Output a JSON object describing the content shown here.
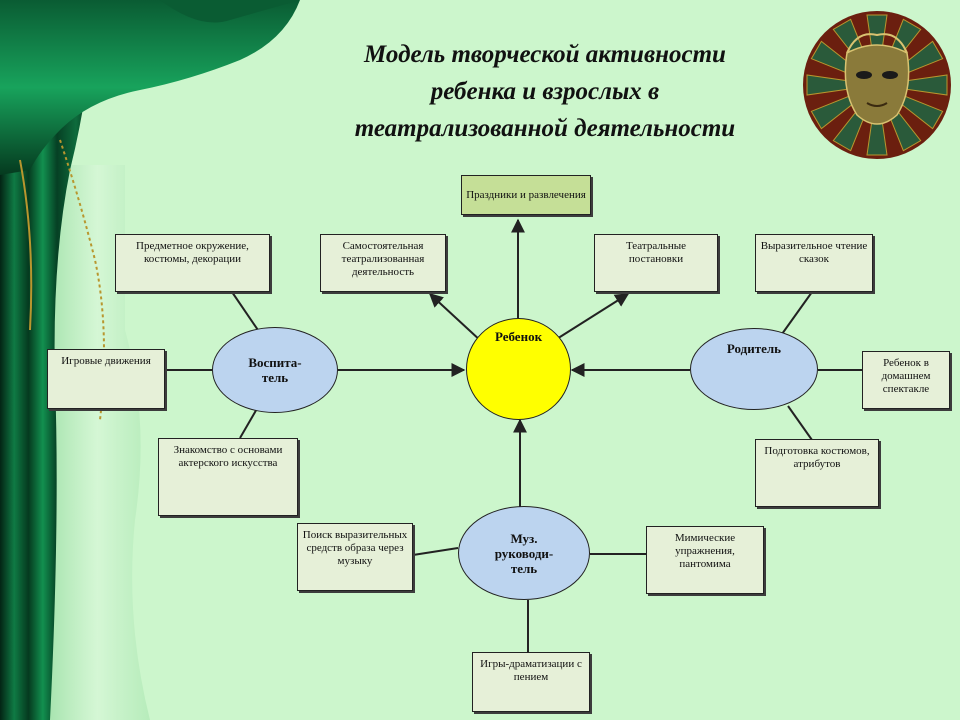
{
  "title": {
    "line1": "Модель творческой активности",
    "line2": "ребенка и взрослых в",
    "line3": "театрализованной деятельности"
  },
  "nodes": {
    "child": "Ребенок",
    "teacher_line1": "Воспита-",
    "teacher_line2": "тель",
    "parent": "Родитель",
    "music_line1": "Муз.",
    "music_line2": "руководи-",
    "music_line3": "тель"
  },
  "boxes": {
    "holidays": "Праздники и развлечения",
    "independent": "Самостоятельная театрализованная деятельность",
    "productions": "Театральные постановки",
    "environment": "Предметное окружение, костюмы, декорации",
    "reading": "Выразительное чтение сказок",
    "movements": "Игровые движения",
    "home_show": "Ребенок в домашнем спектакле",
    "acting": "Знакомство с основами актерского искусства",
    "costumes": "Подготовка костюмов, атрибутов",
    "search": "Поиск выразительных средств образа через музыку",
    "mimic": "Мимические упражнения, пантомима",
    "dramatization": "Игры-драматизации с пением"
  },
  "colors": {
    "background": "#ccf6cc",
    "box_fill": "#e6f0d8",
    "box_highlight": "#c5df97",
    "node_blue": "#bcd4ef",
    "node_child": "#ffff00",
    "curtain": "#0e6b3c",
    "curtain_dark": "#042e18",
    "gold": "#b8962e"
  },
  "icons": {
    "curtain": "theatre-curtain-icon",
    "mask": "theatre-mask-icon"
  }
}
